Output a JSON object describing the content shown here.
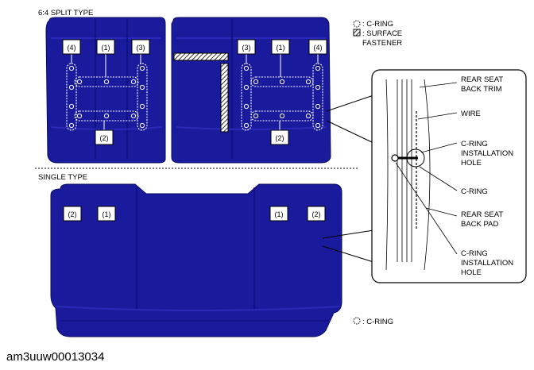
{
  "headings": {
    "split": "6:4 SPLIT TYPE",
    "single": "SINGLE TYPE"
  },
  "legend_top": {
    "cring": ": C-RING",
    "fastener_line1": ": SURFACE",
    "fastener_line2": "FASTENER"
  },
  "legend_bottom": {
    "cring": ": C-RING"
  },
  "split_labels": {
    "left_4": "(4)",
    "left_1": "(1)",
    "left_3": "(3)",
    "left_2": "(2)",
    "right_3": "(3)",
    "right_1": "(1)",
    "right_4": "(4)",
    "right_2": "(2)"
  },
  "single_labels": {
    "left_2": "(2)",
    "left_1": "(1)",
    "right_1": "(1)",
    "right_2": "(2)"
  },
  "detail": {
    "rear_seat_back_trim": [
      "REAR SEAT",
      "BACK TRIM"
    ],
    "wire": [
      "WIRE"
    ],
    "cring_installation_hole_1": [
      "C-RING",
      "INSTALLATION",
      "HOLE"
    ],
    "cring": [
      "C-RING"
    ],
    "rear_seat_back_pad": [
      "REAR SEAT",
      "BACK PAD"
    ],
    "cring_installation_hole_2": [
      "C-RING",
      "INSTALLATION",
      "HOLE"
    ]
  },
  "caption": "am3uuw00013034",
  "colors": {
    "seat": "#1a1a9c",
    "seat_dark": "#0e0e78",
    "seat_light": "#2a2ab4"
  }
}
